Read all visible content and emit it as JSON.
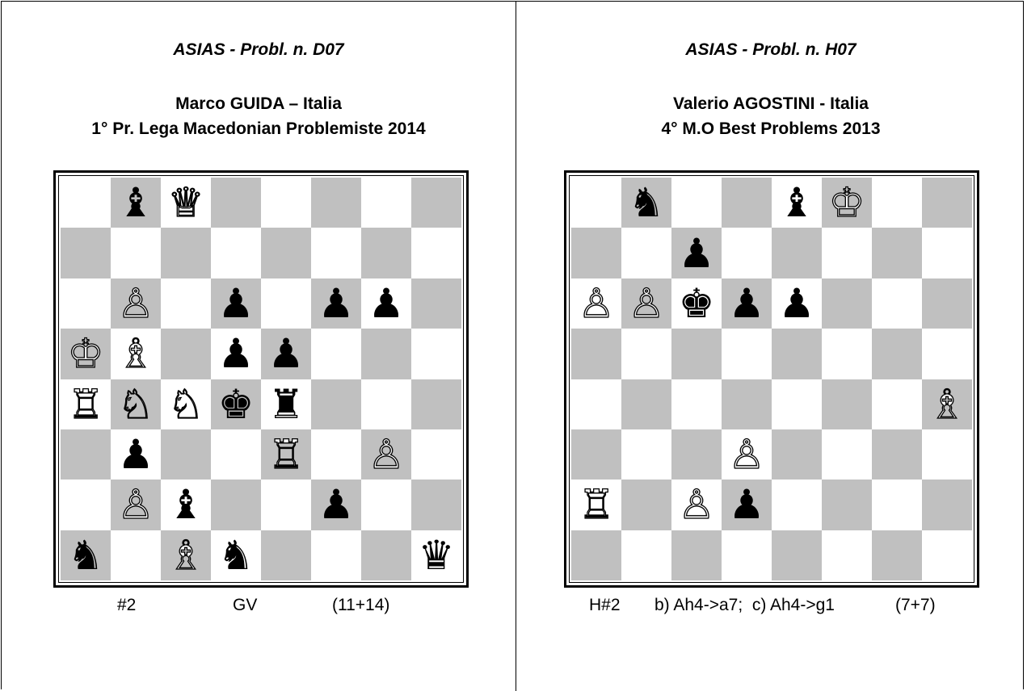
{
  "left": {
    "source": "ASIAS - Probl. n. D07",
    "author": "Marco GUIDA – Italia",
    "award": "1° Pr. Lega Macedonian Problemiste 2014",
    "stipulation": "#2",
    "genre": "GV",
    "count": "(11+14)",
    "board": [
      [
        "",
        "bB",
        "wQ",
        "",
        "",
        "",
        "",
        ""
      ],
      [
        "",
        "",
        "",
        "",
        "",
        "",
        "",
        ""
      ],
      [
        "",
        "wP",
        "",
        "bP",
        "",
        "bP",
        "bP",
        ""
      ],
      [
        "wK",
        "wB",
        "",
        "bP",
        "bP",
        "",
        "",
        ""
      ],
      [
        "wR",
        "wN",
        "wN",
        "bK",
        "bR",
        "",
        "",
        ""
      ],
      [
        "",
        "bP",
        "",
        "",
        "wR",
        "",
        "wP",
        ""
      ],
      [
        "",
        "wP",
        "bB",
        "",
        "",
        "bP",
        "",
        ""
      ],
      [
        "bN",
        "",
        "wB",
        "bN",
        "",
        "",
        "",
        "bQ"
      ]
    ]
  },
  "right": {
    "source": "ASIAS - Probl. n. H07",
    "author": "Valerio AGOSTINI - Italia",
    "award": "4° M.O Best Problems 2013",
    "stipulation": "H#2",
    "twins": "b) Ah4->a7;  c) Ah4->g1",
    "count": "(7+7)",
    "board": [
      [
        "",
        "bN",
        "",
        "",
        "bB",
        "wK",
        "",
        ""
      ],
      [
        "",
        "",
        "bP",
        "",
        "",
        "",
        "",
        ""
      ],
      [
        "wP",
        "wP",
        "bK",
        "bP",
        "bP",
        "",
        "",
        ""
      ],
      [
        "",
        "",
        "",
        "",
        "",
        "",
        "",
        ""
      ],
      [
        "",
        "",
        "",
        "",
        "",
        "",
        "",
        "wB"
      ],
      [
        "",
        "",
        "",
        "wP",
        "",
        "",
        "",
        ""
      ],
      [
        "wR",
        "",
        "wP",
        "bP",
        "",
        "",
        "",
        ""
      ],
      [
        "",
        "",
        "",
        "",
        "",
        "",
        "",
        ""
      ]
    ]
  }
}
